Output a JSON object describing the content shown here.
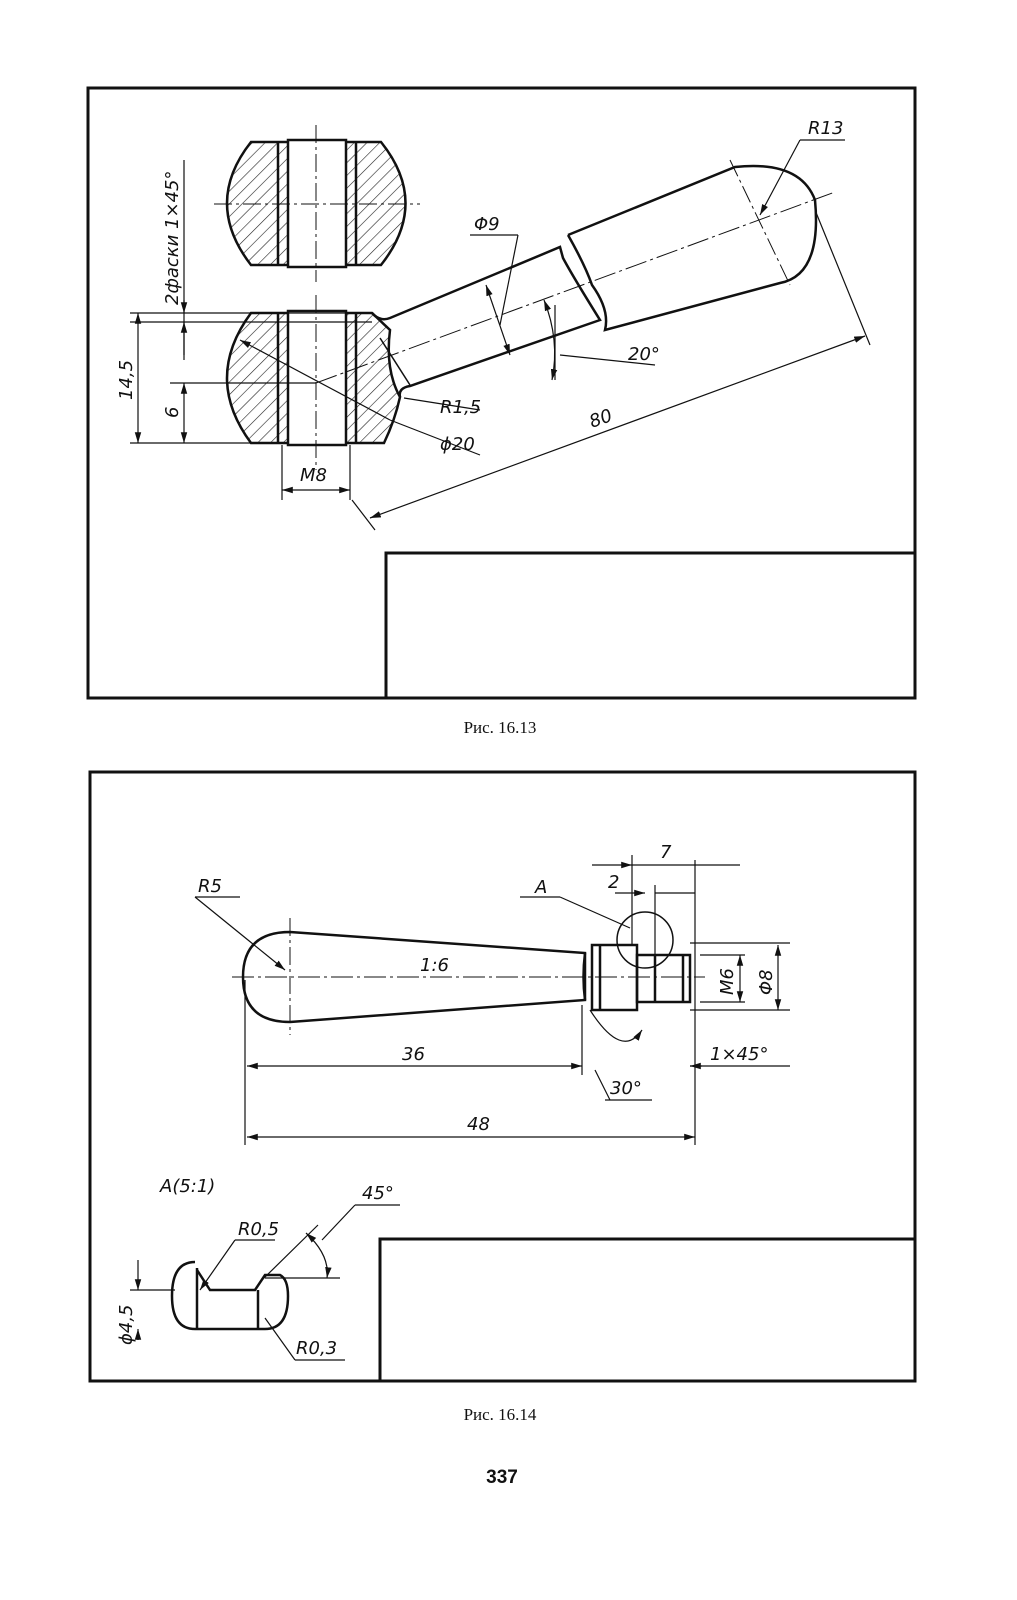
{
  "fig1": {
    "caption": "Рис. 16.13",
    "dims": {
      "chamfer_note": "2фаски 1×45°",
      "phi9": "Φ9",
      "r13": "R13",
      "h14_5": "14,5",
      "h6": "6",
      "r1_5": "R1,5",
      "phi20": "ϕ20",
      "m8": "M8",
      "ang20": "20°",
      "len80": "80"
    }
  },
  "fig2": {
    "caption": "Рис. 16.14",
    "dims": {
      "r5": "R5",
      "a_mark": "A",
      "d2": "2",
      "d7": "7",
      "taper": "1:6",
      "m6": "M6",
      "phi8": "Φ8",
      "len36": "36",
      "chamfer": "1×45°",
      "ang30": "30°",
      "len48": "48",
      "detail": "A(5:1)",
      "ang45": "45°",
      "r0_5": "R0,5",
      "phi4_5": "ϕ4,5",
      "r0_3": "R0,3"
    }
  },
  "page_number": "337"
}
